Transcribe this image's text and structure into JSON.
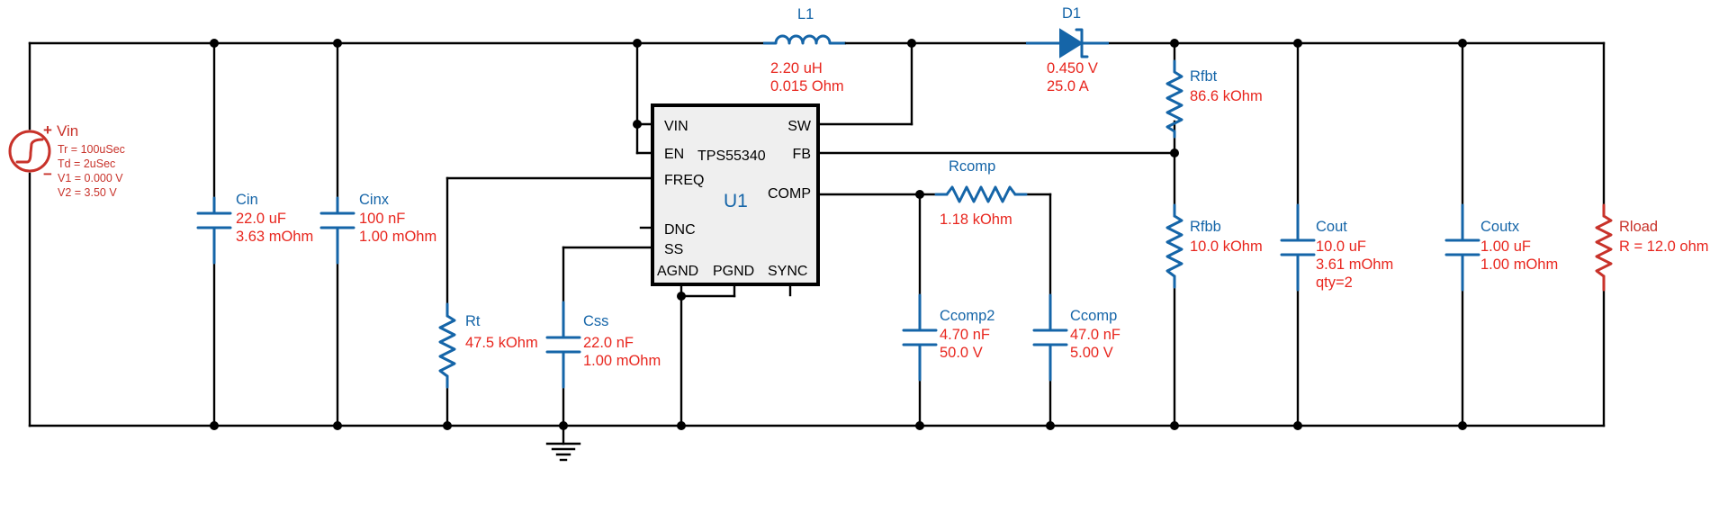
{
  "colors": {
    "wire": "#000000",
    "component": "#1565a8",
    "value": "#e8261e",
    "source": "#c8322a",
    "ic_fill": "#efefef"
  },
  "vin": {
    "name": "Vin",
    "plus": "+",
    "minus": "−",
    "params": [
      "Tr = 100uSec",
      "Td = 2uSec",
      "V1 = 0.000 V",
      "V2 = 3.50 V"
    ]
  },
  "components": {
    "cin": {
      "name": "Cin",
      "values": [
        "22.0 uF",
        "3.63 mOhm"
      ]
    },
    "cinx": {
      "name": "Cinx",
      "values": [
        "100 nF",
        "1.00 mOhm"
      ]
    },
    "rt": {
      "name": "Rt",
      "values": [
        "47.5 kOhm"
      ]
    },
    "css": {
      "name": "Css",
      "values": [
        "22.0 nF",
        "1.00 mOhm"
      ]
    },
    "l1": {
      "name": "L1",
      "values": [
        "2.20 uH",
        "0.015 Ohm"
      ]
    },
    "d1": {
      "name": "D1",
      "values": [
        "0.450 V",
        "25.0 A"
      ]
    },
    "rcomp": {
      "name": "Rcomp",
      "values": [
        "1.18 kOhm"
      ]
    },
    "ccomp2": {
      "name": "Ccomp2",
      "values": [
        "4.70 nF",
        "50.0 V"
      ]
    },
    "ccomp": {
      "name": "Ccomp",
      "values": [
        "47.0 nF",
        "5.00 V"
      ]
    },
    "rfbt": {
      "name": "Rfbt",
      "values": [
        "86.6 kOhm"
      ]
    },
    "rfbb": {
      "name": "Rfbb",
      "values": [
        "10.0 kOhm"
      ]
    },
    "cout": {
      "name": "Cout",
      "values": [
        "10.0 uF",
        "3.61 mOhm",
        "qty=2"
      ]
    },
    "coutx": {
      "name": "Coutx",
      "values": [
        "1.00 uF",
        "1.00 mOhm"
      ]
    },
    "rload": {
      "name": "Rload",
      "values": [
        "R = 12.0 ohm"
      ]
    }
  },
  "ic": {
    "designator": "U1",
    "part": "TPS55340",
    "pins": {
      "vin": "VIN",
      "en": "EN",
      "freq": "FREQ",
      "dnc": "DNC",
      "ss": "SS",
      "agnd": "AGND",
      "pgnd": "PGND",
      "sync": "SYNC",
      "sw": "SW",
      "fb": "FB",
      "comp": "COMP"
    }
  }
}
